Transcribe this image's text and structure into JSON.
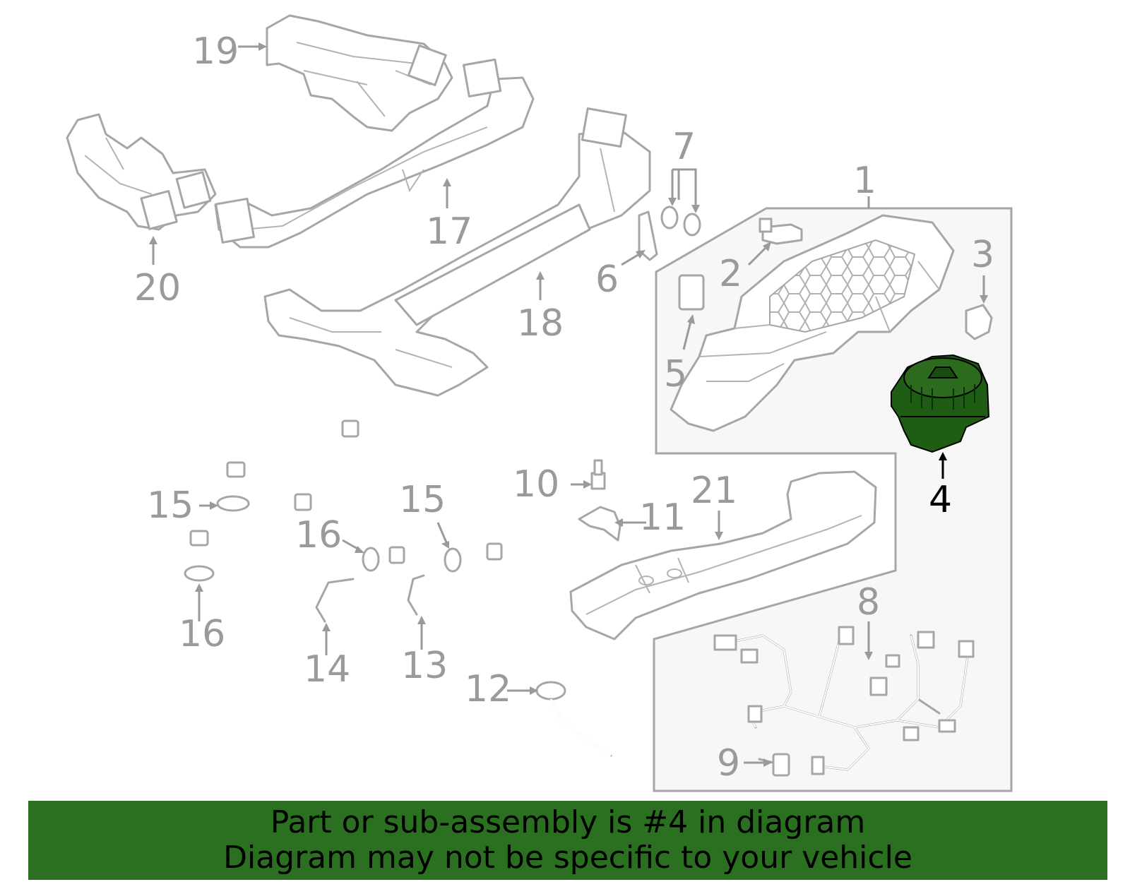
{
  "callouts": {
    "c1": "1",
    "c2": "2",
    "c3": "3",
    "c4": "4",
    "c5": "5",
    "c6": "6",
    "c7": "7",
    "c8": "8",
    "c9": "9",
    "c10": "10",
    "c11": "11",
    "c12": "12",
    "c13": "13",
    "c14": "14",
    "c15a": "15",
    "c15b": "15",
    "c16a": "16",
    "c16b": "16",
    "c17": "17",
    "c18": "18",
    "c19": "19",
    "c20": "20",
    "c21": "21"
  },
  "highlighted_part": "4",
  "colors": {
    "highlight_fill": "#1f5c14",
    "banner_background": "#2a7020",
    "line_art": "#a6a6a6",
    "callout_text": "#9a9a9a"
  },
  "banner": {
    "line1": "Part or sub-assembly is #4 in diagram",
    "line2": "Diagram may not be specific to your vehicle"
  }
}
